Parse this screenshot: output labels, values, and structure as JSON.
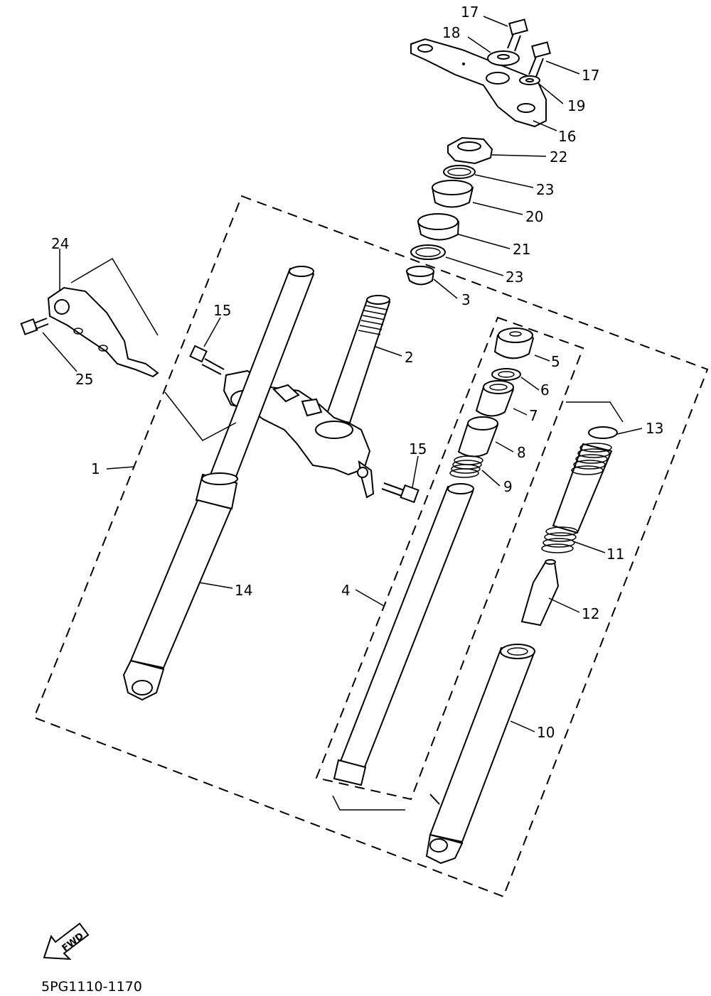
{
  "callouts": [
    {
      "id": "c17a",
      "text": "17"
    },
    {
      "id": "c18",
      "text": "18"
    },
    {
      "id": "c17b",
      "text": "17"
    },
    {
      "id": "c19",
      "text": "19"
    },
    {
      "id": "c16",
      "text": "16"
    },
    {
      "id": "c22",
      "text": "22"
    },
    {
      "id": "c23a",
      "text": "23"
    },
    {
      "id": "c20",
      "text": "20"
    },
    {
      "id": "c21",
      "text": "21"
    },
    {
      "id": "c23b",
      "text": "23"
    },
    {
      "id": "c3",
      "text": "3"
    },
    {
      "id": "c24",
      "text": "24"
    },
    {
      "id": "c25",
      "text": "25"
    },
    {
      "id": "c15a",
      "text": "15"
    },
    {
      "id": "c2",
      "text": "2"
    },
    {
      "id": "c5",
      "text": "5"
    },
    {
      "id": "c6",
      "text": "6"
    },
    {
      "id": "c7",
      "text": "7"
    },
    {
      "id": "c8",
      "text": "8"
    },
    {
      "id": "c9",
      "text": "9"
    },
    {
      "id": "c13",
      "text": "13"
    },
    {
      "id": "c15b",
      "text": "15"
    },
    {
      "id": "c1",
      "text": "1"
    },
    {
      "id": "c14",
      "text": "14"
    },
    {
      "id": "c4",
      "text": "4"
    },
    {
      "id": "c11",
      "text": "11"
    },
    {
      "id": "c12",
      "text": "12"
    },
    {
      "id": "c10",
      "text": "10"
    }
  ],
  "fwd_label": "FWD",
  "diagram_code": "5PG1110-1170"
}
